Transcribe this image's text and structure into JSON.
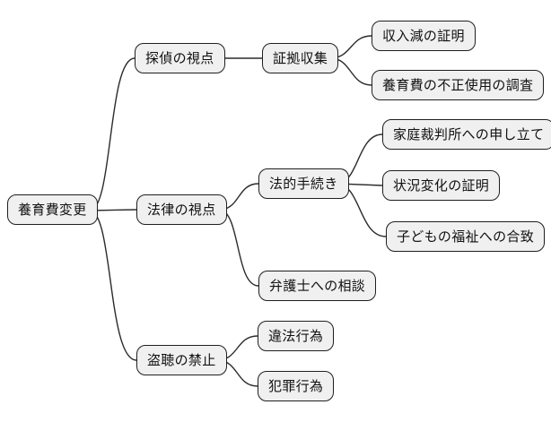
{
  "colors": {
    "background": "#ffffff",
    "node_fill": "#f0f0f0",
    "node_border": "#1f1f1f",
    "connector": "#2b2b2b"
  },
  "mindmap": {
    "root": {
      "label": "養育費変更"
    },
    "branches": [
      {
        "label": "探偵の視点",
        "children": [
          {
            "label": "証拠収集",
            "children": [
              {
                "label": "収入減の証明"
              },
              {
                "label": "養育費の不正使用の調査"
              }
            ]
          }
        ]
      },
      {
        "label": "法律の視点",
        "children": [
          {
            "label": "法的手続き",
            "children": [
              {
                "label": "家庭裁判所への申し立て"
              },
              {
                "label": "状況変化の証明"
              },
              {
                "label": "子どもの福祉への合致"
              }
            ]
          },
          {
            "label": "弁護士への相談"
          }
        ]
      },
      {
        "label": "盗聴の禁止",
        "children": [
          {
            "label": "違法行為"
          },
          {
            "label": "犯罪行為"
          }
        ]
      }
    ]
  }
}
